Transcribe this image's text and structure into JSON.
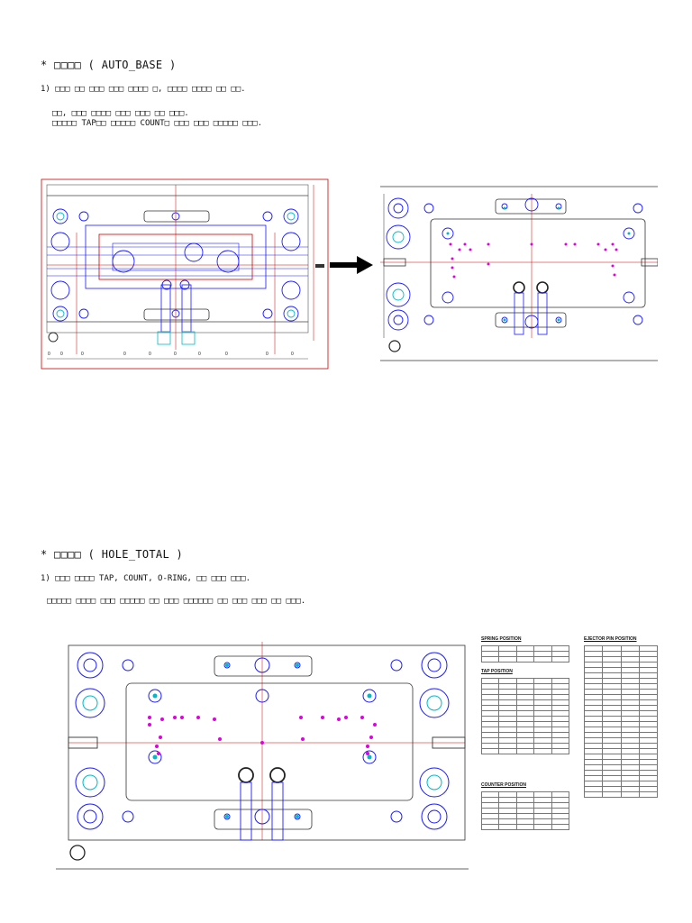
{
  "section1": {
    "heading": "*  □□□□ ( AUTO_BASE )",
    "line1": "1) □□□ □□ □□□ □□□ □□□□ □, □□□□ □□□□ □□ □□.",
    "line2": "□□, □□□ □□□□ □□□ □□□ □□ □□□.",
    "line3": "□□□□□ TAP□□ □□□□□ COUNT□ □□□ □□□ □□□□□ □□□."
  },
  "section2": {
    "heading": "*  □□□□ ( HOLE_TOTAL )",
    "line1": "1) □□□ □□□□ TAP, COUNT, O-RING, □□ □□□ □□□.",
    "line2": "□□□□□ □□□□ □□□ □□□□□ □□ □□□ □□□□□□ □□ □□□ □□□ □□ □□□."
  },
  "tables": {
    "spring": "SPRING POSITION",
    "tap": "TAP POSITION",
    "counter": "COUNTER POSITION",
    "ejector": "EJECTOR PIN POSITION"
  },
  "colors": {
    "blue": "#1a1aff",
    "red": "#e00000",
    "cyan": "#00b8c8",
    "magenta": "#e000e0"
  }
}
